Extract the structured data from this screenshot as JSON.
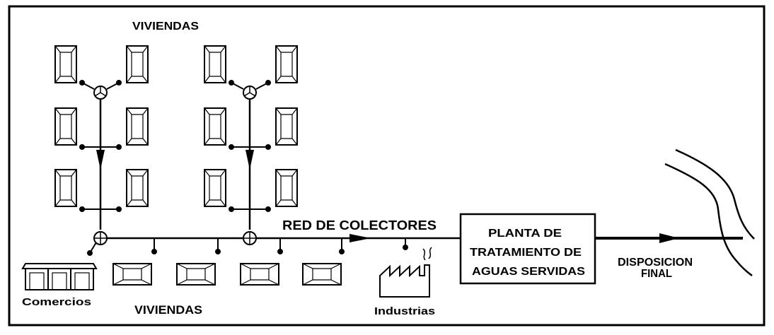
{
  "diagram": {
    "labels": {
      "viviendas_top": "VIVIENDAS",
      "viviendas_bottom": "VIVIENDAS",
      "red_colectores": "RED DE COLECTORES",
      "planta_line1": "PLANTA DE",
      "planta_line2": "TRATAMIENTO DE",
      "planta_line3": "AGUAS SERVIDAS",
      "disposicion_line1": "DISPOSICION",
      "disposicion_line2": "FINAL",
      "comercios": "Comercios",
      "industrias": "Industrias"
    },
    "colors": {
      "ink": "#000000",
      "background": "#ffffff"
    }
  }
}
